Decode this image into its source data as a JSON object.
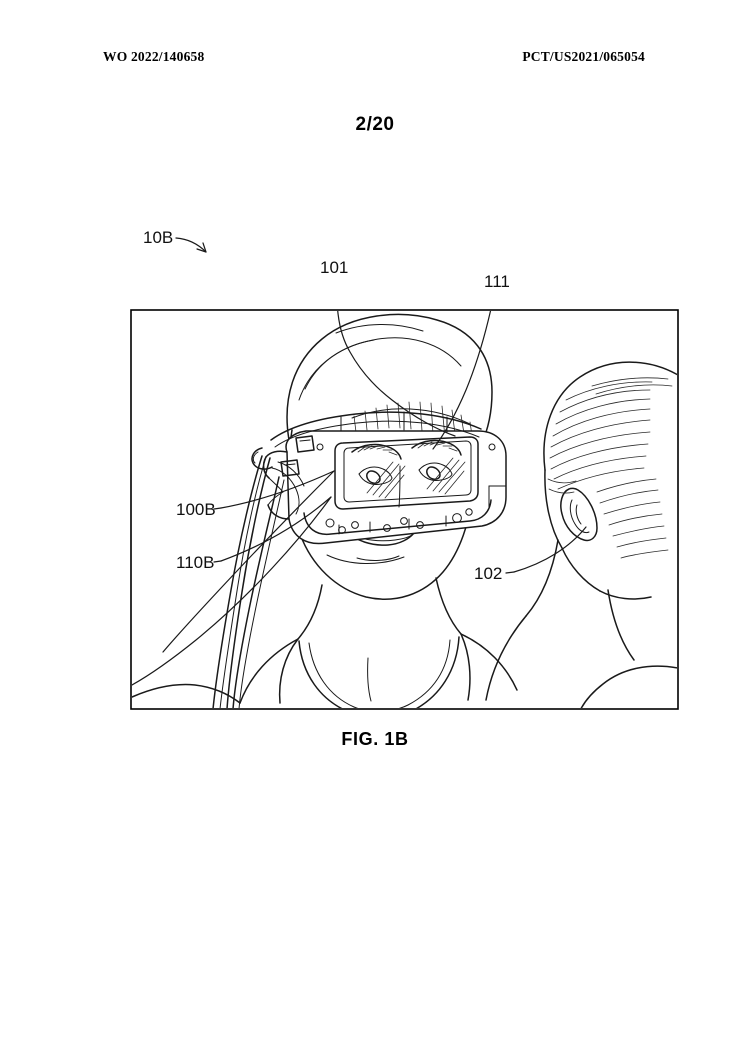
{
  "header": {
    "publication_number": "WO 2022/140658",
    "application_number": "PCT/US2021/065054"
  },
  "page_number": "2/20",
  "figure": {
    "caption": "FIG. 1B",
    "system_label": "10B",
    "reference_numerals": [
      {
        "id": "101",
        "label": "101",
        "description": "surgical-cap"
      },
      {
        "id": "111",
        "label": "111",
        "description": "display-screen"
      },
      {
        "id": "100B",
        "label": "100B",
        "description": "head-mounted-device"
      },
      {
        "id": "110B",
        "label": "110B",
        "description": "cable-tether"
      },
      {
        "id": "102",
        "label": "102",
        "description": "second-person"
      }
    ]
  }
}
